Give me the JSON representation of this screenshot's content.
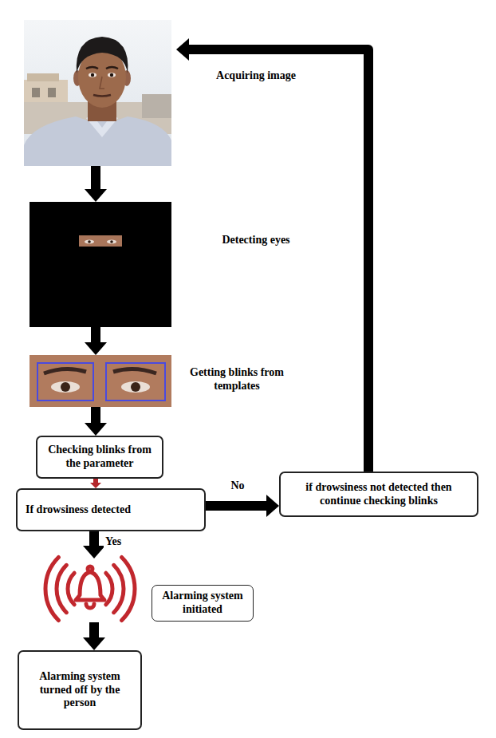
{
  "diagram": {
    "nodes": [
      {
        "text": [
          "Acquiring image"
        ]
      },
      {
        "text": [
          "Detecting eyes"
        ]
      },
      {
        "text": [
          "Getting blinks from templates"
        ]
      },
      {
        "text": [
          "Checking blinks from the parameter"
        ]
      },
      {
        "text": [
          "If drowsiness detected"
        ]
      },
      {
        "text": [
          "if drowsiness not detected then continue checking blinks"
        ]
      },
      {
        "text": [
          "Alarming system initiated"
        ]
      },
      {
        "text": [
          "Alarming system turned off by the person"
        ]
      }
    ],
    "edges": [
      {
        "from": 0,
        "to": 1,
        "arrow": "to"
      },
      {
        "from": 1,
        "to": 2,
        "arrow": "to"
      },
      {
        "from": 2,
        "to": 3,
        "arrow": "to"
      },
      {
        "from": 3,
        "to": 4,
        "arrow": "to"
      },
      {
        "from": 4,
        "to": 5,
        "arrow": "to",
        "label": "No"
      },
      {
        "from": 5,
        "to": 0,
        "arrow": "to"
      },
      {
        "from": 4,
        "to": 6,
        "arrow": "to",
        "label": "Yes"
      },
      {
        "from": 6,
        "to": 7,
        "arrow": "to"
      }
    ]
  }
}
